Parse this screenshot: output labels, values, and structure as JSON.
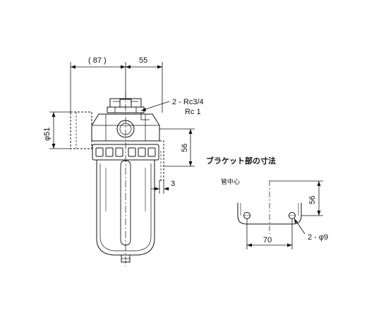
{
  "main_view": {
    "dim_left_width": "( 87 )",
    "dim_right_width": "55",
    "dim_diameter": "φ51",
    "port_label_line1": "2 - Rc3/4",
    "port_label_line2": "Rc 1",
    "dim_height": "56",
    "dim_offset": "3"
  },
  "bracket_view": {
    "title": "ブラケット部の寸法",
    "center_label": "管中心",
    "dim_height": "56",
    "dim_width": "70",
    "hole_label": "2 - φ9"
  },
  "colors": {
    "line": "#111111",
    "fill": "#ffffff",
    "hatch": "#222222"
  }
}
